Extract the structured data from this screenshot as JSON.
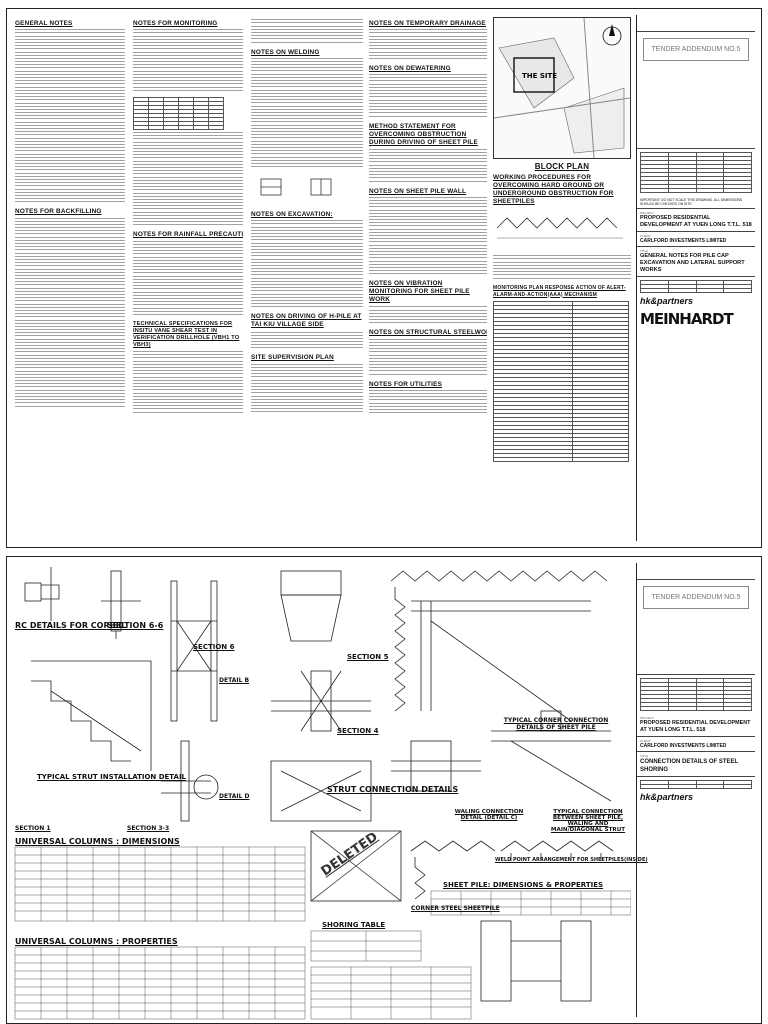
{
  "sheet1": {
    "headings": {
      "general_notes": "GENERAL NOTES",
      "notes_monitoring": "NOTES FOR MONITORING",
      "notes_backfilling": "NOTES FOR BACKFILLING",
      "notes_rainfall": "NOTES FOR RAINFALL PRECAUTIONS",
      "tech_spec": "TECHNICAL SPECIFICATIONS FOR INSITU VANE SHEAR TEST IN VERIFICATION DRILLHOLE (VBH1 TO VBH3)",
      "notes_welding": "NOTES ON WELDING",
      "notes_excavation": "NOTES ON EXCAVATION:",
      "notes_h_pile": "NOTES ON DRIVING OF H-PILE AT TAI KIU VILLAGE SIDE",
      "site_supervision": "SITE SUPERVISION PLAN",
      "notes_temp_drainage": "NOTES ON TEMPORARY DRAINAGE",
      "notes_dewatering": "NOTES ON DEWATERING",
      "method_statement": "METHOD STATEMENT FOR OVERCOMING OBSTRUCTION DURING DRIVING OF SHEET PILE",
      "notes_sheet_pile_wall": "NOTES ON SHEET PILE WALL",
      "notes_vibration": "NOTES ON VIBRATION MONITORING FOR SHEET PILE WORK",
      "notes_structural": "NOTES ON STRUCTURAL STEELWORKS",
      "notes_utilities": "NOTES FOR UTILITIES",
      "block_plan": "BLOCK PLAN",
      "working_procedures": "WORKING PROCEDURES FOR OVERCOMING HARD GROUND OR UNDERGROUND OBSTRUCTION FOR SHEETPILES",
      "monitoring_plan": "MONITORING PLAN RESPONSE ACTION OF ALERT-ALARM-AND-ACTION(AAA) MECHANISM",
      "the_site": "THE SITE"
    },
    "title_block": {
      "tender": "TENDER ADDENDUM NO.5",
      "client_label": "CLIENT",
      "client": "CARLFORD INVESTMENTS LIMITED",
      "title_label": "TITLE",
      "drawing_title": "GENERAL NOTES FOR PILE CAP EXCAVATION AND LATERAL SUPPORT WORKS",
      "project_label": "PROJECT",
      "project": "PROPOSED RESIDENTIAL DEVELOPMENT AT YUEN LONG T.T.L. 518",
      "consultant": "MEINHARDT",
      "contractor": "hk&partners",
      "important": "IMPORTANT: DO NOT SCALE THIS DRAWING. ALL DIMENSIONS SHOULD BE CHECKED ON SITE."
    }
  },
  "sheet2": {
    "labels": {
      "rc_corbel": "RC DETAILS FOR CORBEL",
      "section_6": "SECTION 6-6",
      "section_6b": "SECTION 6",
      "section_5": "SECTION 5",
      "section_4": "SECTION 4",
      "section_1": "SECTION 1",
      "section_3": "SECTION 3-3",
      "detail_b": "DETAIL B",
      "detail_d": "DETAIL D",
      "strut_install": "TYPICAL STRUT INSTALLATION DETAIL",
      "strut_conn": "STRUT CONNECTION DETAILS",
      "corner_conn": "TYPICAL CORNER CONNECTION DETAILS OF SHEET PILE",
      "waling_conn": "WALING CONNECTION DETAIL (DETAIL C)",
      "waling_between": "TYPICAL CONNECTION BETWEEN SHEET PILE, WALING AND MAIN/DIAGONAL STRUT",
      "corner_steel": "CORNER STEEL SHEETPILE",
      "weld_point": "WELD POINT ARRANGEMENT FOR SHEETPILES(INSIDE)",
      "sheet_pile_dims": "SHEET PILE: DIMENSIONS & PROPERTIES",
      "uc_dims": "UNIVERSAL COLUMNS : DIMENSIONS",
      "uc_props": "UNIVERSAL COLUMNS : PROPERTIES",
      "shoring_table": "SHORING TABLE",
      "deleted": "DELETED"
    },
    "title_block": {
      "tender": "TENDER ADDENDUM NO.5",
      "client_label": "CLIENT",
      "client": "CARLFORD INVESTMENTS LIMITED",
      "title_label": "TITLE",
      "drawing_title": "CONNECTION DETAILS OF STEEL SHORING",
      "project_label": "PROJECT",
      "project": "PROPOSED RESIDENTIAL DEVELOPMENT AT YUEN LONG T.T.L. 518",
      "contractor": "hk&partners"
    }
  }
}
